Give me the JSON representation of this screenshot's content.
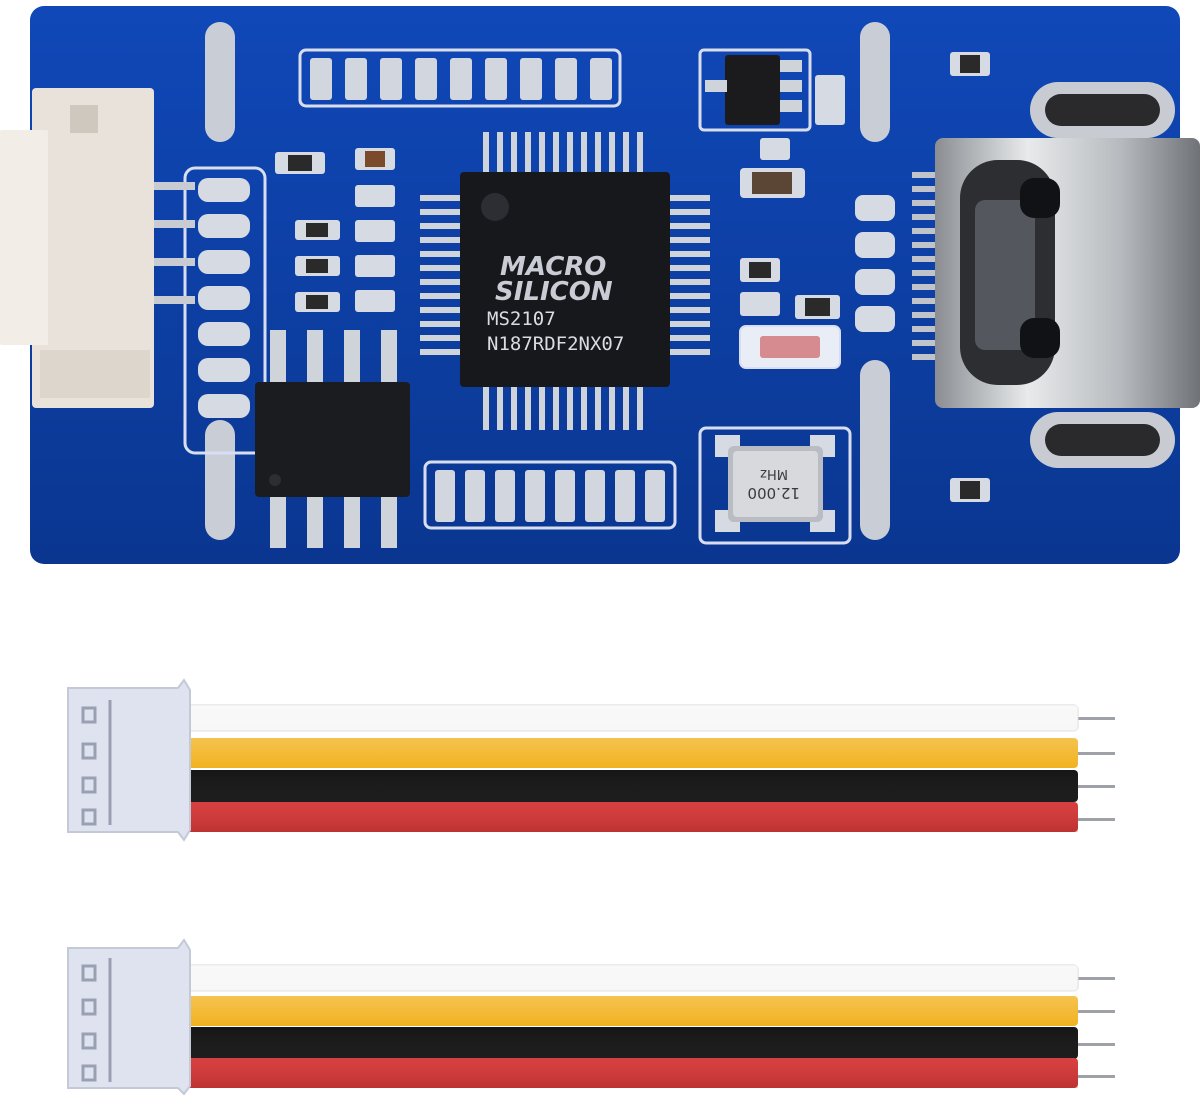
{
  "chip": {
    "brand_line1": "MACRO",
    "brand_line2": "SILICON",
    "model": "MS2107",
    "lot": "N187RDF2NX07"
  },
  "crystal": {
    "frequency": "12.000",
    "unit": "MHz"
  },
  "colors": {
    "pcb_blue": "#0d3fa6",
    "wire_white": "#f4f4f4",
    "wire_yellow": "#f2b21f",
    "wire_black": "#151515",
    "wire_red": "#e03b3b",
    "connector_housing": "#dfe3f0"
  },
  "cables": [
    {
      "wires": [
        "white",
        "yellow",
        "black",
        "red"
      ]
    },
    {
      "wires": [
        "white",
        "yellow",
        "black",
        "red"
      ]
    }
  ]
}
